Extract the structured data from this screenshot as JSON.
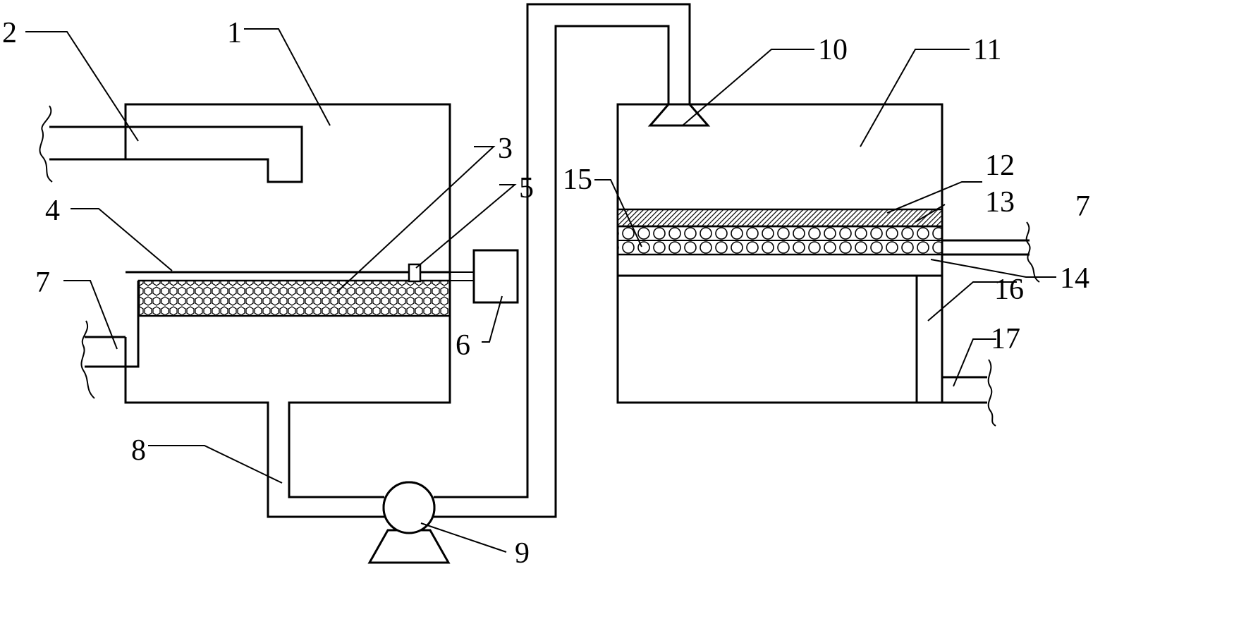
{
  "labels": {
    "l1": "1",
    "l2": "2",
    "l3": "3",
    "l4": "4",
    "l5": "5",
    "l6": "6",
    "l7_left": "7",
    "l7_right": "7",
    "l8": "8",
    "l9": "9",
    "l10": "10",
    "l11": "11",
    "l12": "12",
    "l13": "13",
    "l14": "14",
    "l15": "15",
    "l16": "16",
    "l17": "17"
  }
}
